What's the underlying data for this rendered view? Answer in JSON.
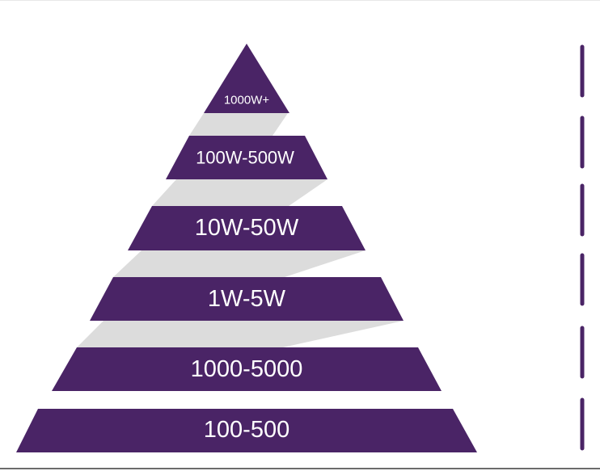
{
  "pyramid": {
    "colors": {
      "tier_fill": "#4a2466",
      "connector_fill": "#dcdcdc",
      "label_color": "#ffffff",
      "divider_color": "#4a2466"
    },
    "tiers": [
      {
        "label": "1000W+"
      },
      {
        "label": "100W-500W"
      },
      {
        "label": "10W-50W"
      },
      {
        "label": "1W-5W"
      },
      {
        "label": "1000-5000"
      },
      {
        "label": "100-500"
      }
    ],
    "right_dividers": 6
  }
}
